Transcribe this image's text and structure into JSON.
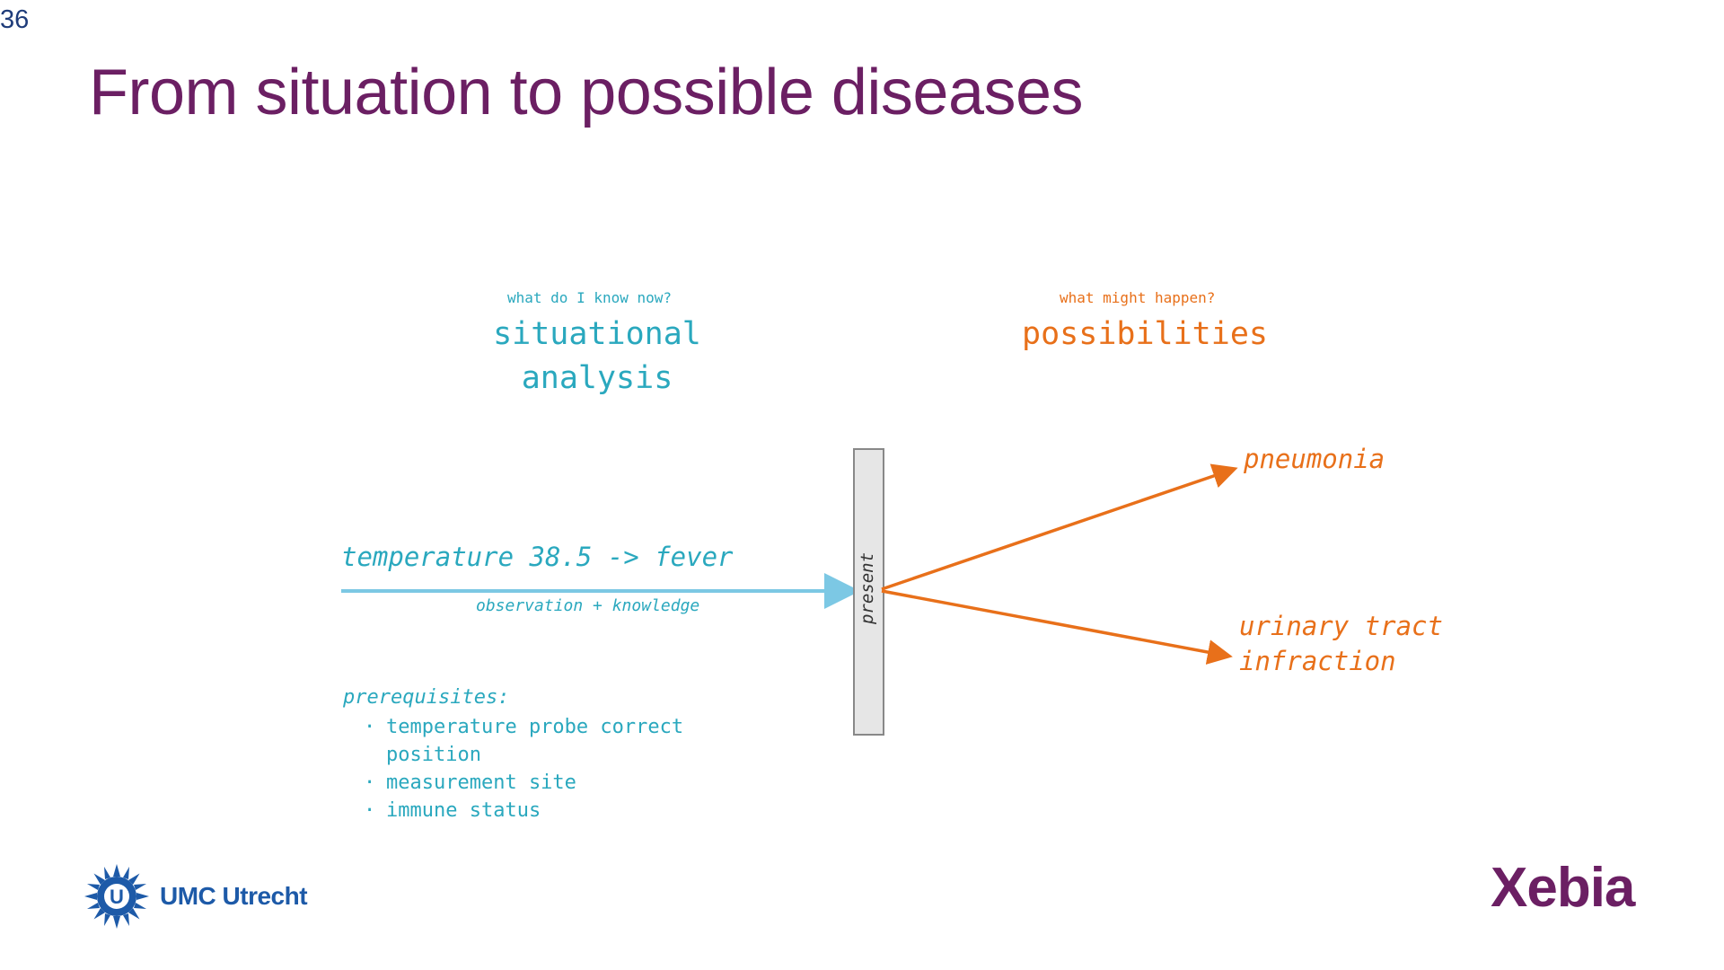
{
  "slide": {
    "number": "36",
    "title": "From situation to possible diseases"
  },
  "diagram": {
    "left": {
      "question": "what do I know now?",
      "heading_line1": "situational",
      "heading_line2": "analysis",
      "fact": "temperature 38.5 -> fever",
      "reasoning": "observation + knowledge",
      "prerequisites_title": "prerequisites:",
      "prerequisites": [
        "temperature probe correct position",
        "measurement site",
        "immune status"
      ],
      "color": "#2aa8be",
      "arrow_color": "#7cc8e4"
    },
    "divider": {
      "label": "present",
      "fill": "#e6e6e6",
      "stroke": "#888888"
    },
    "right": {
      "question": "what might happen?",
      "heading": "possibilities",
      "outcomes": [
        "pneumonia",
        "urinary tract infraction"
      ],
      "color": "#e8701a"
    }
  },
  "logos": {
    "left": {
      "text": "UMC Utrecht",
      "mark": "U",
      "color": "#1d5aa8"
    },
    "right": {
      "text": "Xebia",
      "color": "#6b1f63"
    }
  }
}
